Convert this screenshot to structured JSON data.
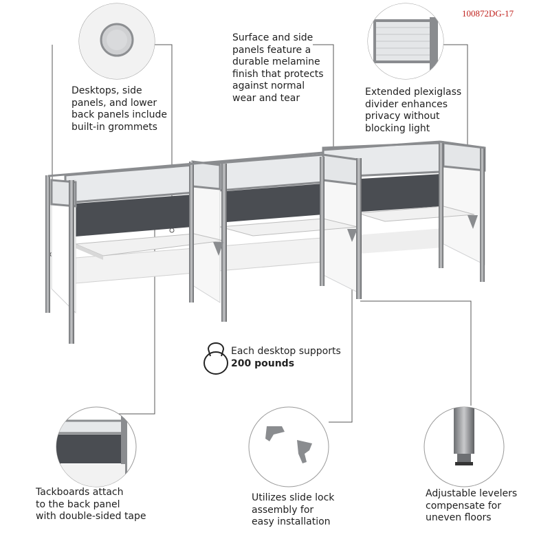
{
  "sku": "100872DG-17",
  "features": {
    "grommets": [
      "Desktops, side",
      "panels, and lower",
      "back panels include",
      "built-in grommets"
    ],
    "melamine": [
      "Surface and side",
      "panels feature a",
      "durable melamine",
      "finish that protects",
      "against normal",
      "wear and tear"
    ],
    "plexiglass": [
      "Extended plexiglass",
      "divider enhances",
      "privacy without",
      "blocking light"
    ],
    "tackboards": [
      "Tackboards attach",
      "to the back panel",
      "with double-sided tape"
    ],
    "slide_lock": [
      "Utilizes slide lock",
      "assembly for",
      "easy installation"
    ],
    "levelers": [
      "Adjustable levelers",
      "compensate for",
      "uneven floors"
    ]
  },
  "weight": {
    "line1": "Each desktop supports",
    "line2": "200 pounds",
    "icon": "kettlebell-icon"
  },
  "colors": {
    "sku": "#c0211d",
    "frame": "#8a8c8f",
    "tackboard": "#4a4d52",
    "desk": "#f4f4f4",
    "glass": "#e6e8ea"
  }
}
